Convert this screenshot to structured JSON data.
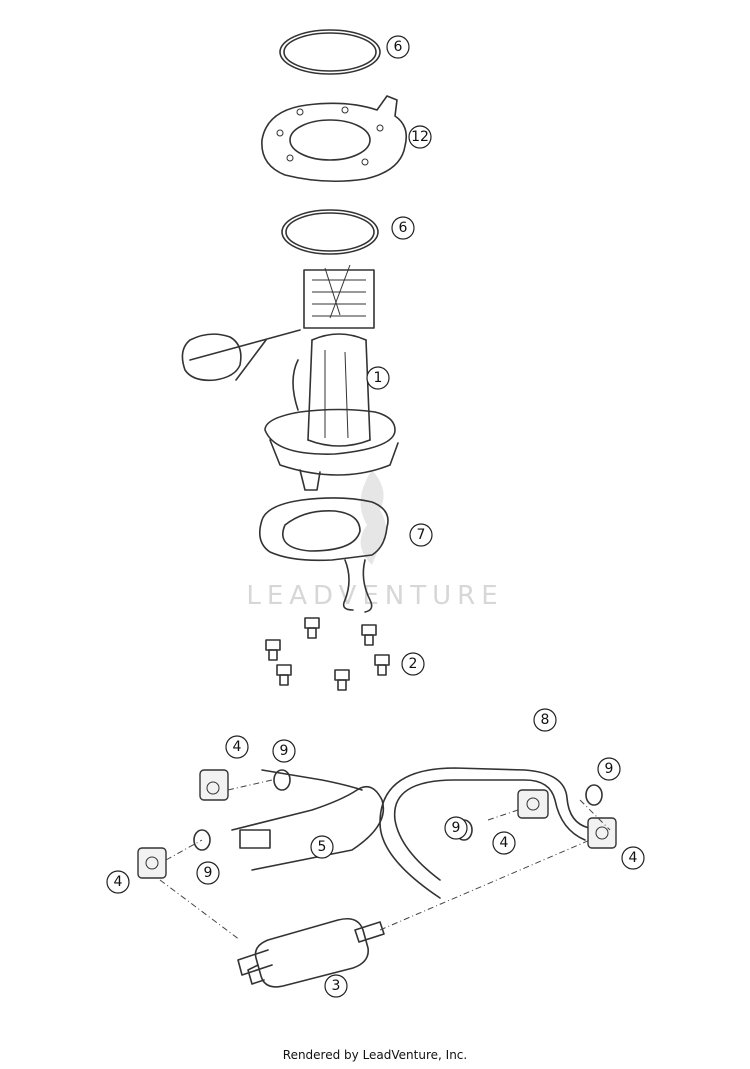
{
  "watermark": {
    "text": "LEADVENTURE"
  },
  "callouts": [
    {
      "id": "c-6-top",
      "label": "6"
    },
    {
      "id": "c-12",
      "label": "12"
    },
    {
      "id": "c-6-mid",
      "label": "6"
    },
    {
      "id": "c-1",
      "label": "1"
    },
    {
      "id": "c-7",
      "label": "7"
    },
    {
      "id": "c-2",
      "label": "2"
    },
    {
      "id": "c-8",
      "label": "8"
    },
    {
      "id": "c-4-left-top",
      "label": "4"
    },
    {
      "id": "c-9-left-top",
      "label": "9"
    },
    {
      "id": "c-9-right-top",
      "label": "9"
    },
    {
      "id": "c-9-mid",
      "label": "9"
    },
    {
      "id": "c-4-mid",
      "label": "4"
    },
    {
      "id": "c-5",
      "label": "5"
    },
    {
      "id": "c-4-right",
      "label": "4"
    },
    {
      "id": "c-4-left",
      "label": "4"
    },
    {
      "id": "c-9-left",
      "label": "9"
    },
    {
      "id": "c-3",
      "label": "3"
    }
  ],
  "footer": {
    "text": "Rendered by LeadVenture, Inc."
  }
}
